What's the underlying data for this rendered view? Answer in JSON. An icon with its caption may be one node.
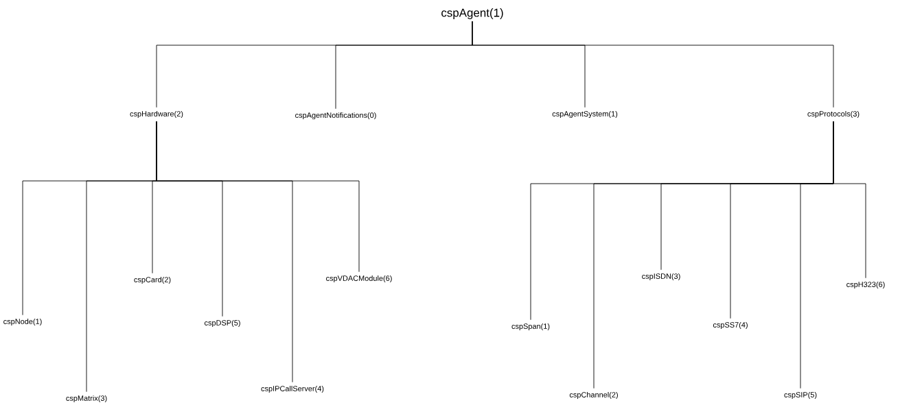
{
  "diagram": {
    "nodes": [
      {
        "text": [
          "cspAgent(1)"
        ]
      },
      {
        "text": [
          "cspHardware(2)"
        ]
      },
      {
        "text": [
          "cspAgentNotifications(0)"
        ]
      },
      {
        "text": [
          "cspAgentSystem(1)"
        ]
      },
      {
        "text": [
          "cspProtocols(3)"
        ]
      },
      {
        "text": [
          "cspNode(1)"
        ]
      },
      {
        "text": [
          "cspMatrix(3)"
        ]
      },
      {
        "text": [
          "cspCard(2)"
        ]
      },
      {
        "text": [
          "cspDSP(5)"
        ]
      },
      {
        "text": [
          "cspIPCallServer(4)"
        ]
      },
      {
        "text": [
          "cspVDACModule(6)"
        ]
      },
      {
        "text": [
          "cspSpan(1)"
        ]
      },
      {
        "text": [
          "cspChannel(2)"
        ]
      },
      {
        "text": [
          "cspISDN(3)"
        ]
      },
      {
        "text": [
          "cspSS7(4)"
        ]
      },
      {
        "text": [
          "cspSIP(5)"
        ]
      },
      {
        "text": [
          "cspH323(6)"
        ]
      }
    ],
    "edges": [
      {
        "from": 0,
        "to": 1,
        "arrow": "none"
      },
      {
        "from": 0,
        "to": 2,
        "arrow": "none"
      },
      {
        "from": 0,
        "to": 3,
        "arrow": "none"
      },
      {
        "from": 0,
        "to": 4,
        "arrow": "none"
      },
      {
        "from": 1,
        "to": 5,
        "arrow": "none"
      },
      {
        "from": 1,
        "to": 6,
        "arrow": "none"
      },
      {
        "from": 1,
        "to": 7,
        "arrow": "none"
      },
      {
        "from": 1,
        "to": 8,
        "arrow": "none"
      },
      {
        "from": 1,
        "to": 9,
        "arrow": "none"
      },
      {
        "from": 1,
        "to": 10,
        "arrow": "none"
      },
      {
        "from": 4,
        "to": 11,
        "arrow": "none"
      },
      {
        "from": 4,
        "to": 12,
        "arrow": "none"
      },
      {
        "from": 4,
        "to": 13,
        "arrow": "none"
      },
      {
        "from": 4,
        "to": 14,
        "arrow": "none"
      },
      {
        "from": 4,
        "to": 15,
        "arrow": "none"
      },
      {
        "from": 4,
        "to": 16,
        "arrow": "none"
      }
    ]
  }
}
